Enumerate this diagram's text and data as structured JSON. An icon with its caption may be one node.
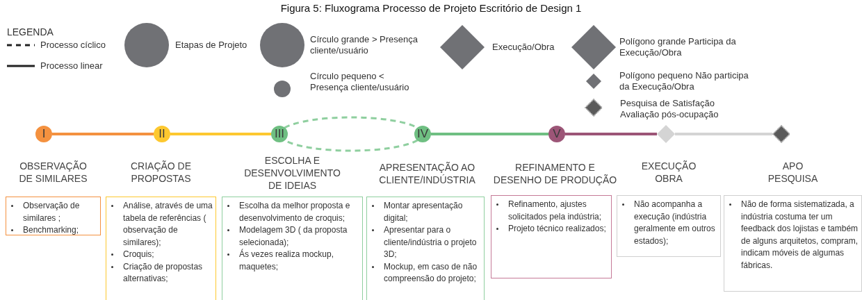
{
  "diagram": {
    "title": "Figura 5: Fluxograma Processo de Projeto Escritório de Design 1",
    "nodes": [
      {
        "text": [
          "I"
        ]
      },
      {
        "text": [
          "II"
        ]
      },
      {
        "text": [
          "III"
        ]
      },
      {
        "text": [
          "IV"
        ]
      },
      {
        "text": [
          "V"
        ]
      },
      {
        "text": [],
        "shape": "diamond"
      },
      {
        "text": [],
        "shape": "diamond"
      },
      {
        "text": [
          "OBSERVAÇÃO DE SIMILARES",
          "Observação de similares ;",
          "Benchmarking;"
        ]
      },
      {
        "text": [
          "CRIAÇÃO DE PROPOSTAS",
          "Análise, através de uma tabela de referências ( observação de similares);",
          "Croquis;",
          "Criação de propostas alternativas;"
        ]
      },
      {
        "text": [
          "ESCOLHA E DESENVOLVIMENTO DE IDEIAS",
          "Escolha da melhor proposta e desenvolvimento de croquis;",
          "Modelagem 3D ( da proposta selecionada);",
          "Ás vezes realiza mockup, maquetes;"
        ]
      },
      {
        "text": [
          "APRESENTAÇÃO AO CLIENTE/INDÚSTRIA",
          "Montar apresentação digital;",
          "Apresentar para o cliente/indústria o projeto 3D;",
          "Mockup, em caso de não compreensão do projeto;"
        ]
      },
      {
        "text": [
          "REFINAMENTO E DESENHO DE PRODUÇÃO",
          "Refinamento, ajustes solicitados pela indústria;",
          "Projeto técnico realizados;"
        ]
      },
      {
        "text": [
          "EXECUÇÃO OBRA",
          "Não acompanha a execução (indústria geralmente em outros estados);"
        ]
      },
      {
        "text": [
          "APO PESQUISA",
          "Não de forma sistematizada, a indústria costuma ter um feedback dos lojistas e também de alguns arquitetos, compram, indicam móveis de algumas fábricas."
        ]
      }
    ],
    "edges": [
      {
        "from": 0,
        "to": 1,
        "arrow": "none",
        "color": "#f4913f"
      },
      {
        "from": 1,
        "to": 2,
        "arrow": "none",
        "color": "#fdc82f"
      },
      {
        "from": 2,
        "to": 3,
        "arrow": "none",
        "style": "dashed",
        "color": "#8fcf9f"
      },
      {
        "from": 3,
        "to": 2,
        "arrow": "none",
        "style": "dashed",
        "color": "#8fcf9f"
      },
      {
        "from": 3,
        "to": 4,
        "arrow": "none",
        "color": "#6fbf82"
      },
      {
        "from": 4,
        "to": 5,
        "arrow": "none",
        "color": "#9c5577"
      },
      {
        "from": 5,
        "to": 6,
        "arrow": "none",
        "color": "#d4d4d4"
      }
    ],
    "labels": [
      "LEGENDA"
    ],
    "legend": [
      {
        "text": "Processo cíclico"
      },
      {
        "text": "Processo linear"
      },
      {
        "text": "Etapas de Projeto"
      },
      {
        "text": "Círculo grande > Presença cliente/usuário"
      },
      {
        "text": "Círculo pequeno < Presença cliente/usuário"
      },
      {
        "text": "Execução/Obra"
      },
      {
        "text": "Polígono grande Participa da Execução/Obra"
      },
      {
        "text": "Polígono pequeno Não participa da Execução/Obra"
      },
      {
        "text": "Pesquisa de Satisfação Avaliação pós-ocupação"
      }
    ]
  }
}
